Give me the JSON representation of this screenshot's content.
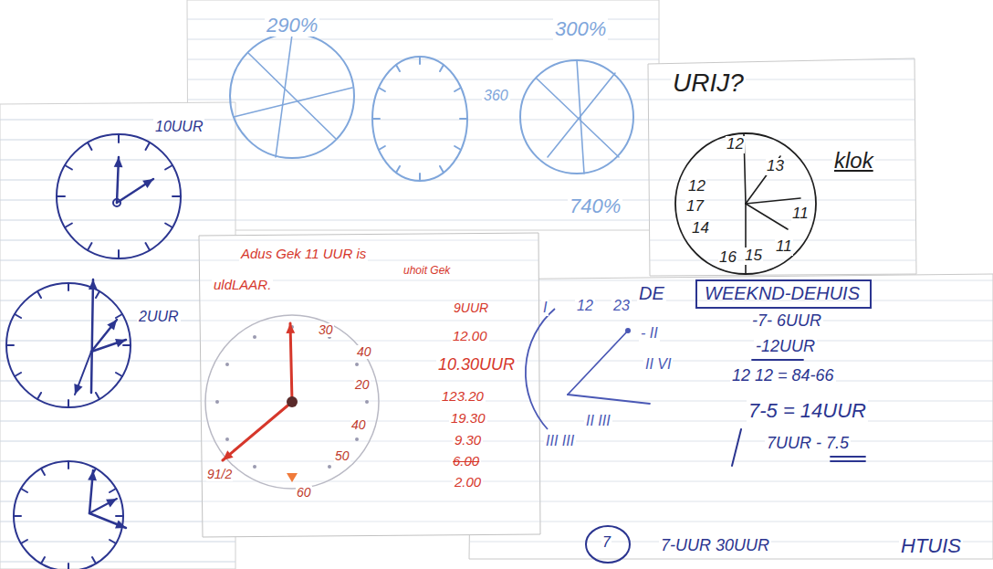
{
  "diagram": {
    "nodes": [
      {
        "text": [
          "WEEKND-DEHUIS"
        ]
      },
      {
        "text": [
          "7"
        ]
      },
      {
        "text": [
          "12",
          "13",
          "12",
          "17",
          "14",
          "16",
          "15",
          "11",
          "11"
        ]
      },
      {
        "text": [
          "30",
          "40",
          "20",
          "40",
          "50",
          "60",
          "91/2"
        ]
      }
    ],
    "labels": [
      "290%",
      "360",
      "300%",
      "740%",
      "10UUR",
      "2UUR",
      "URIJ?",
      "klok",
      "Adus Gek 11 UUR is",
      "uhoit Gek",
      "uldLAAR.",
      "9UUR",
      "12.00",
      "10.30UUR",
      "123.20",
      "19.30",
      "9.30",
      "6.00",
      "2.00",
      "I",
      "12",
      "23",
      "- II",
      "II VI",
      "II III",
      "III III",
      "DE",
      "-7- 6UUR",
      "-12UUR",
      "12 12 = 84-66",
      "7-5 = 14UUR",
      "7UUR - 7.5",
      "7-UUR 30UUR",
      "HTUIS"
    ]
  }
}
